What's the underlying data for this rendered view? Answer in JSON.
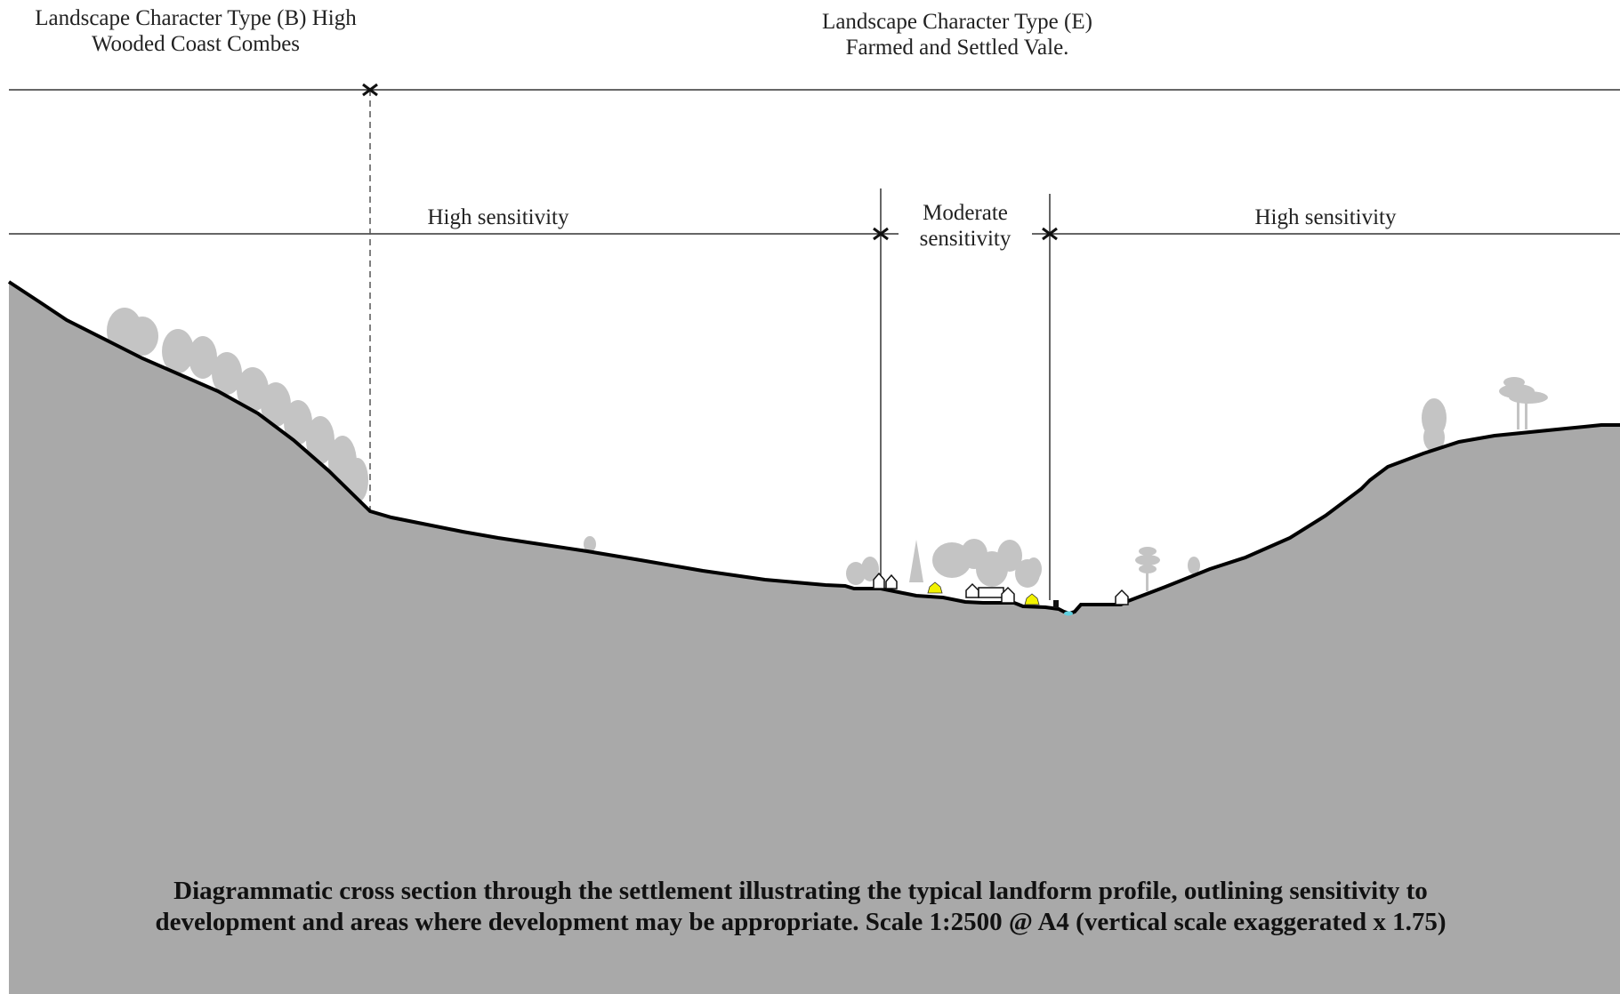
{
  "character_types": {
    "b": {
      "line1": "Landscape Character Type (B) High",
      "line2": "Wooded Coast Combes"
    },
    "e": {
      "line1": "Landscape Character Type (E)",
      "line2": "Farmed and Settled Vale."
    }
  },
  "sensitivity": {
    "left": "High sensitivity",
    "middle_line1": "Moderate",
    "middle_line2": "sensitivity",
    "right": "High sensitivity"
  },
  "caption": {
    "line1": "Diagrammatic cross section through the settlement illustrating the typical landform profile, outlining sensitivity to",
    "line2": "development and areas where development may be appropriate. Scale 1:2500 @ A4 (vertical scale exaggerated x 1.75)"
  },
  "colors": {
    "ground": "#a9a9a9",
    "trees": "#c4c4c4",
    "lines": "#333333",
    "highlight": "#f2f200",
    "water": "#5ed0e0"
  }
}
